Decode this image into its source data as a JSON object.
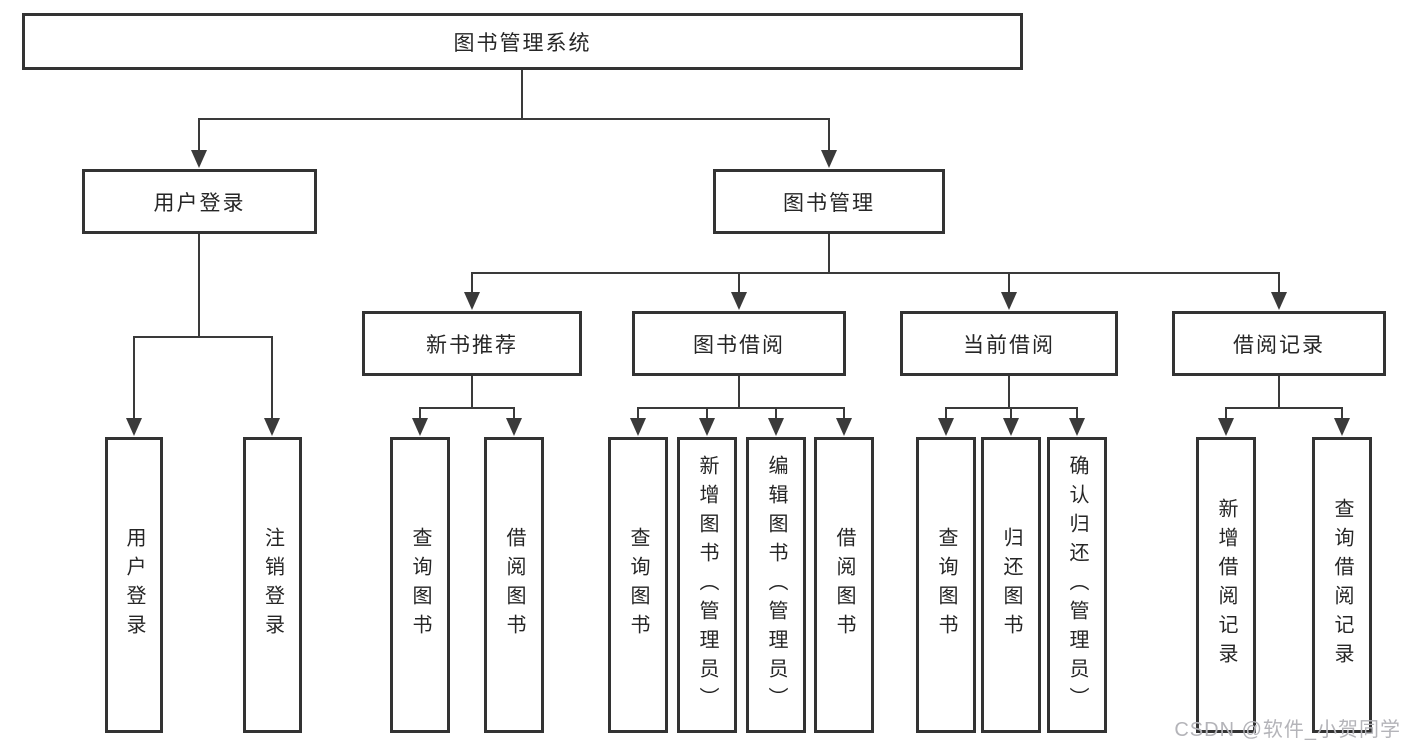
{
  "diagram": {
    "type": "tree",
    "watermark": "CSDN @软件_小贺同学",
    "colors": {
      "line": "#3a3a3a",
      "box_border": "#333333",
      "text": "#262626",
      "watermark": "#b4b4b9",
      "background": "#ffffff"
    },
    "tree": {
      "label": "图书管理系统",
      "children": [
        {
          "label": "用户登录",
          "children": [
            {
              "label": "用户登录"
            },
            {
              "label": "注销登录"
            }
          ]
        },
        {
          "label": "图书管理",
          "children": [
            {
              "label": "新书推荐",
              "children": [
                {
                  "label": "查询图书"
                },
                {
                  "label": "借阅图书"
                }
              ]
            },
            {
              "label": "图书借阅",
              "children": [
                {
                  "label": "查询图书"
                },
                {
                  "label": "新增图书（管理员）"
                },
                {
                  "label": "编辑图书（管理员）"
                },
                {
                  "label": "借阅图书"
                }
              ]
            },
            {
              "label": "当前借阅",
              "children": [
                {
                  "label": "查询图书"
                },
                {
                  "label": "归还图书"
                },
                {
                  "label": "确认归还（管理员）"
                }
              ]
            },
            {
              "label": "借阅记录",
              "children": [
                {
                  "label": "新增借阅记录"
                },
                {
                  "label": "查询借阅记录"
                }
              ]
            }
          ]
        }
      ]
    }
  }
}
